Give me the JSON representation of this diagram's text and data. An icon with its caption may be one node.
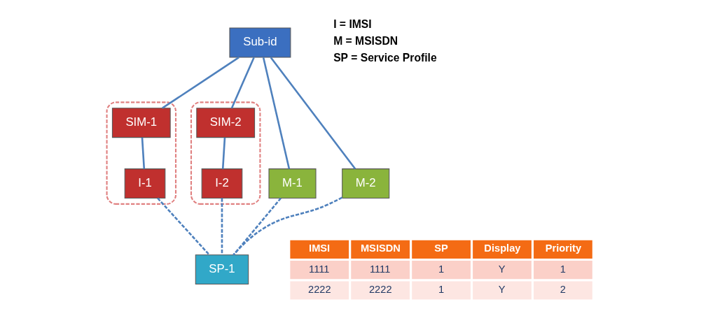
{
  "diagram": {
    "nodes": [
      {
        "text": [
          "Sub-id"
        ]
      },
      {
        "text": [],
        "shape": "box"
      },
      {
        "text": [
          "SIM-1"
        ],
        "in": 1
      },
      {
        "text": [
          "I-1"
        ],
        "in": 1
      },
      {
        "text": [],
        "shape": "box"
      },
      {
        "text": [
          "SIM-2"
        ],
        "in": 4
      },
      {
        "text": [
          "I-2"
        ],
        "in": 4
      },
      {
        "text": [
          "M-1"
        ]
      },
      {
        "text": [
          "M-2"
        ]
      },
      {
        "text": [
          "SP-1"
        ]
      }
    ],
    "edges": [
      {
        "from": 0,
        "to": 2,
        "arrow": "none"
      },
      {
        "from": 0,
        "to": 5,
        "arrow": "none"
      },
      {
        "from": 0,
        "to": 7,
        "arrow": "none"
      },
      {
        "from": 0,
        "to": 8,
        "arrow": "none"
      },
      {
        "from": 2,
        "to": 3,
        "arrow": "none"
      },
      {
        "from": 5,
        "to": 6,
        "arrow": "none"
      },
      {
        "from": 3,
        "to": 9,
        "arrow": "none",
        "style": "dashed"
      },
      {
        "from": 6,
        "to": 9,
        "arrow": "none",
        "style": "dashed"
      },
      {
        "from": 7,
        "to": 9,
        "arrow": "none",
        "style": "dashed"
      },
      {
        "from": 8,
        "to": 9,
        "arrow": "none",
        "style": "dashed"
      }
    ],
    "labels": [
      "I = IMSI",
      "M = MSISDN",
      "SP = Service Profile",
      "IMSI",
      "MSISDN",
      "SP",
      "Display",
      "Priority",
      "1111",
      "1111",
      "1",
      "Y",
      "1",
      "2222",
      "2222",
      "1",
      "Y",
      "2"
    ]
  }
}
